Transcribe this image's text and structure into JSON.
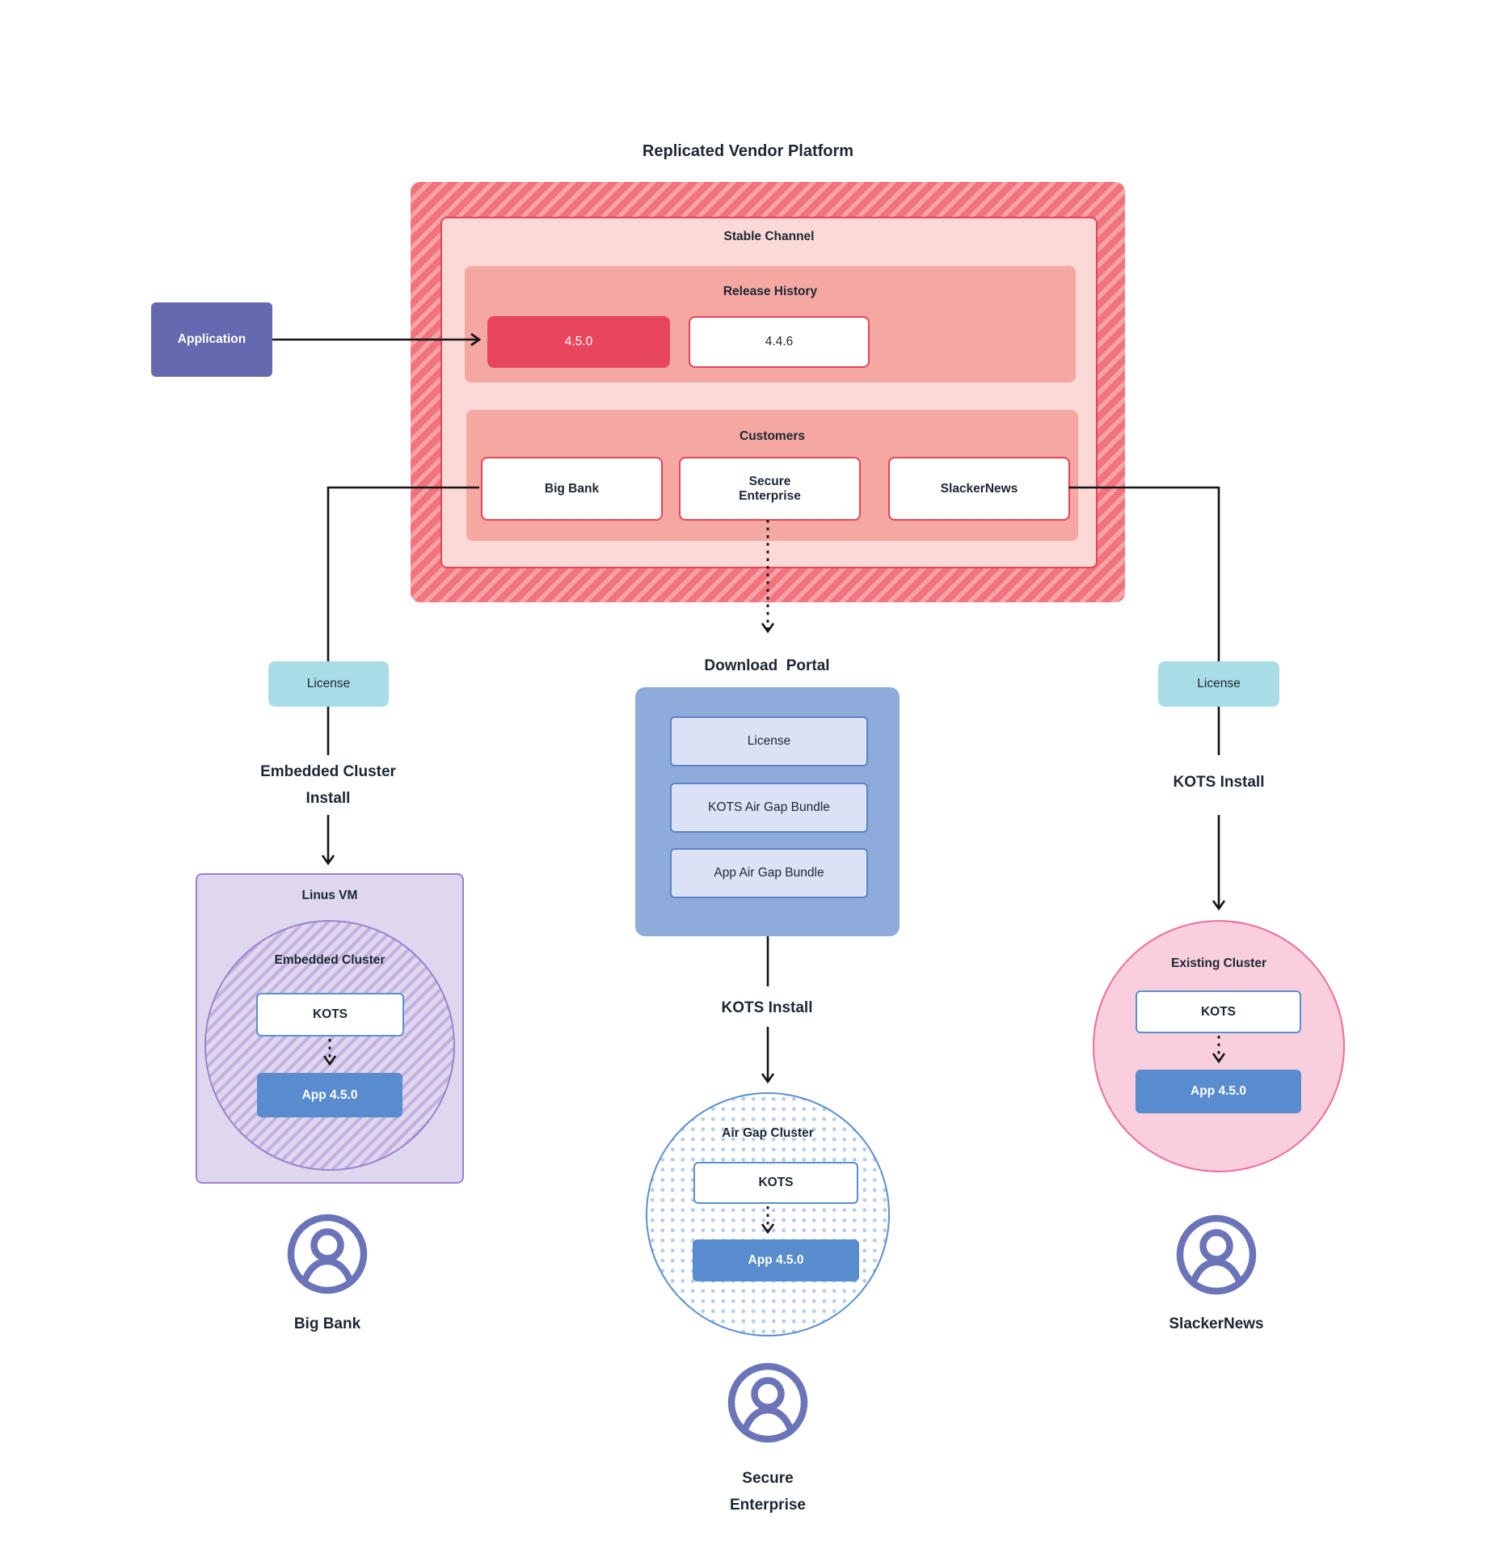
{
  "title": "Replicated Vendor Platform",
  "colors": {
    "platform_red_border": "#e84358",
    "platform_hatch_base": "#f1737c",
    "stable_bg": "#fbd9d6",
    "section_bg": "#f5a8a2",
    "release_current_bg": "#e8465e",
    "application_purple": "#6569b0",
    "license_teal": "#a8dde6",
    "portal_blue": "#8fabdc",
    "portal_item_bg": "#dce2f6",
    "vm_purple_border": "#9b82cd",
    "kots_blue_border": "#5a8fd0",
    "app_blue_bg": "#588cce",
    "existing_cluster_pink": "#ee6d9e",
    "user_icon_purple": "#6b74b9"
  },
  "application": {
    "label": "Application"
  },
  "platform": {
    "stable_channel_label": "Stable Channel",
    "release_history": {
      "label": "Release History",
      "releases": [
        {
          "version": "4.5.0",
          "state": "current"
        },
        {
          "version": "4.4.6",
          "state": "previous"
        }
      ]
    },
    "customers": {
      "label": "Customers",
      "items": [
        "Big Bank",
        "Secure\nEnterprise",
        "SlackerNews"
      ]
    }
  },
  "left_branch": {
    "license_label": "License",
    "install_label": "Embedded Cluster\nInstall",
    "vm_label": "Linus VM",
    "cluster_label": "Embedded Cluster",
    "kots_label": "KOTS",
    "app_label": "App 4.5.0",
    "user_label": "Big Bank"
  },
  "middle_branch": {
    "portal_title": "Download  Portal",
    "portal_items": [
      "License",
      "KOTS Air Gap Bundle",
      "App Air Gap Bundle"
    ],
    "install_label": "KOTS Install",
    "cluster_label": "Air Gap Cluster",
    "kots_label": "KOTS",
    "app_label": "App 4.5.0",
    "user_label": "Secure\nEnterprise"
  },
  "right_branch": {
    "license_label": "License",
    "install_label": "KOTS Install",
    "cluster_label": "Existing Cluster",
    "kots_label": "KOTS",
    "app_label": "App 4.5.0",
    "user_label": "SlackerNews"
  }
}
